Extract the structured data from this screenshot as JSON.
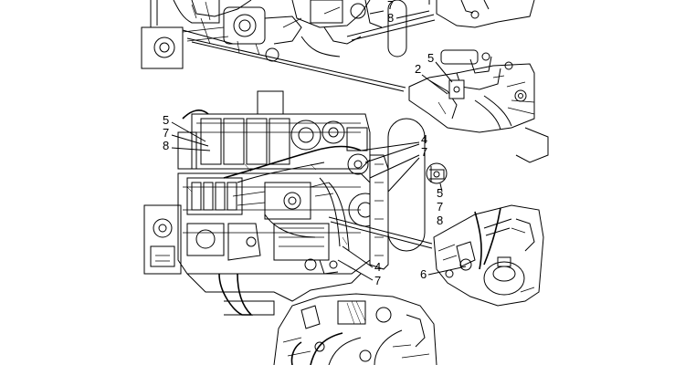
{
  "diagram": {
    "top_callouts": [
      "7",
      "8"
    ],
    "top_right_detail_callouts": [
      "5",
      "2"
    ],
    "main_left_callouts": [
      "5",
      "7",
      "8"
    ],
    "main_right_callouts": [
      "4",
      "7"
    ],
    "clamp_detail_callouts": [
      "5",
      "7",
      "8"
    ],
    "lower_callouts": [
      "4",
      "7"
    ],
    "lower_right_detail_callouts": [
      "6"
    ]
  }
}
